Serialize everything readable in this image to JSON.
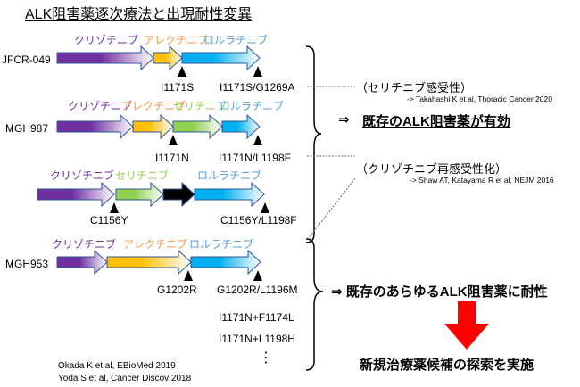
{
  "title": "ALK阻害薬逐次療法と出現耐性変異",
  "colors": {
    "crizotinib": "#7030a0",
    "alectinib": "#f79646",
    "alectinib_fill": "#ffc000",
    "ceritinib": "#92d050",
    "lorlatinib": "#4f9fd8",
    "lorlatinib_fill": "#00b0f0",
    "arrow_outline": "#2f5597",
    "red_arrow": "#ff0000"
  },
  "cases": [
    {
      "name": "JFCR-049",
      "drugs": [
        "クリゾチニブ",
        "アレクチニブ",
        "ロルラチニブ"
      ],
      "mutations": [
        "I1171S",
        "I1171S/G1269A"
      ]
    },
    {
      "name": "MGH987",
      "drugs": [
        "クリゾチニブ",
        "アレクチニブ",
        "セリチニブ",
        "ロルラチニブ"
      ],
      "mutations": [
        "I1171N",
        "I1171N/L1198F"
      ]
    },
    {
      "name": "",
      "drugs": [
        "クリゾチニブ",
        "セリチニブ",
        "ロルラチニブ"
      ],
      "mutations": [
        "C1156Y",
        "C1156Y/L1198F"
      ]
    },
    {
      "name": "MGH953",
      "drugs": [
        "クリゾチニブ",
        "アレクチニブ",
        "ロルラチニブ"
      ],
      "mutations": [
        "G1202R",
        "G1202R/L1196M",
        "I1171N+F1174L",
        "I1171N+L1198H",
        "⋮"
      ]
    }
  ],
  "notes": [
    {
      "text": "（セリチニブ感受性）",
      "ref": "-> Takahashi K et al, Thoracic Cancer 2020"
    },
    {
      "text": "（クリゾチニブ再感受性化）",
      "ref": "-> Shaw AT, Katayama R et al, NEJM 2016"
    }
  ],
  "conclusions": {
    "effective_arrow": "⇒",
    "effective": "既存のALK阻害薬が有効",
    "resistant": "⇒ 既存のあらゆるALK阻害薬に耐性",
    "next": "新規治療薬候補の探索を実施"
  },
  "citations": [
    "Okada K et al, EBioMed 2019",
    "Yoda S et al, Cancer Discov 2018"
  ]
}
